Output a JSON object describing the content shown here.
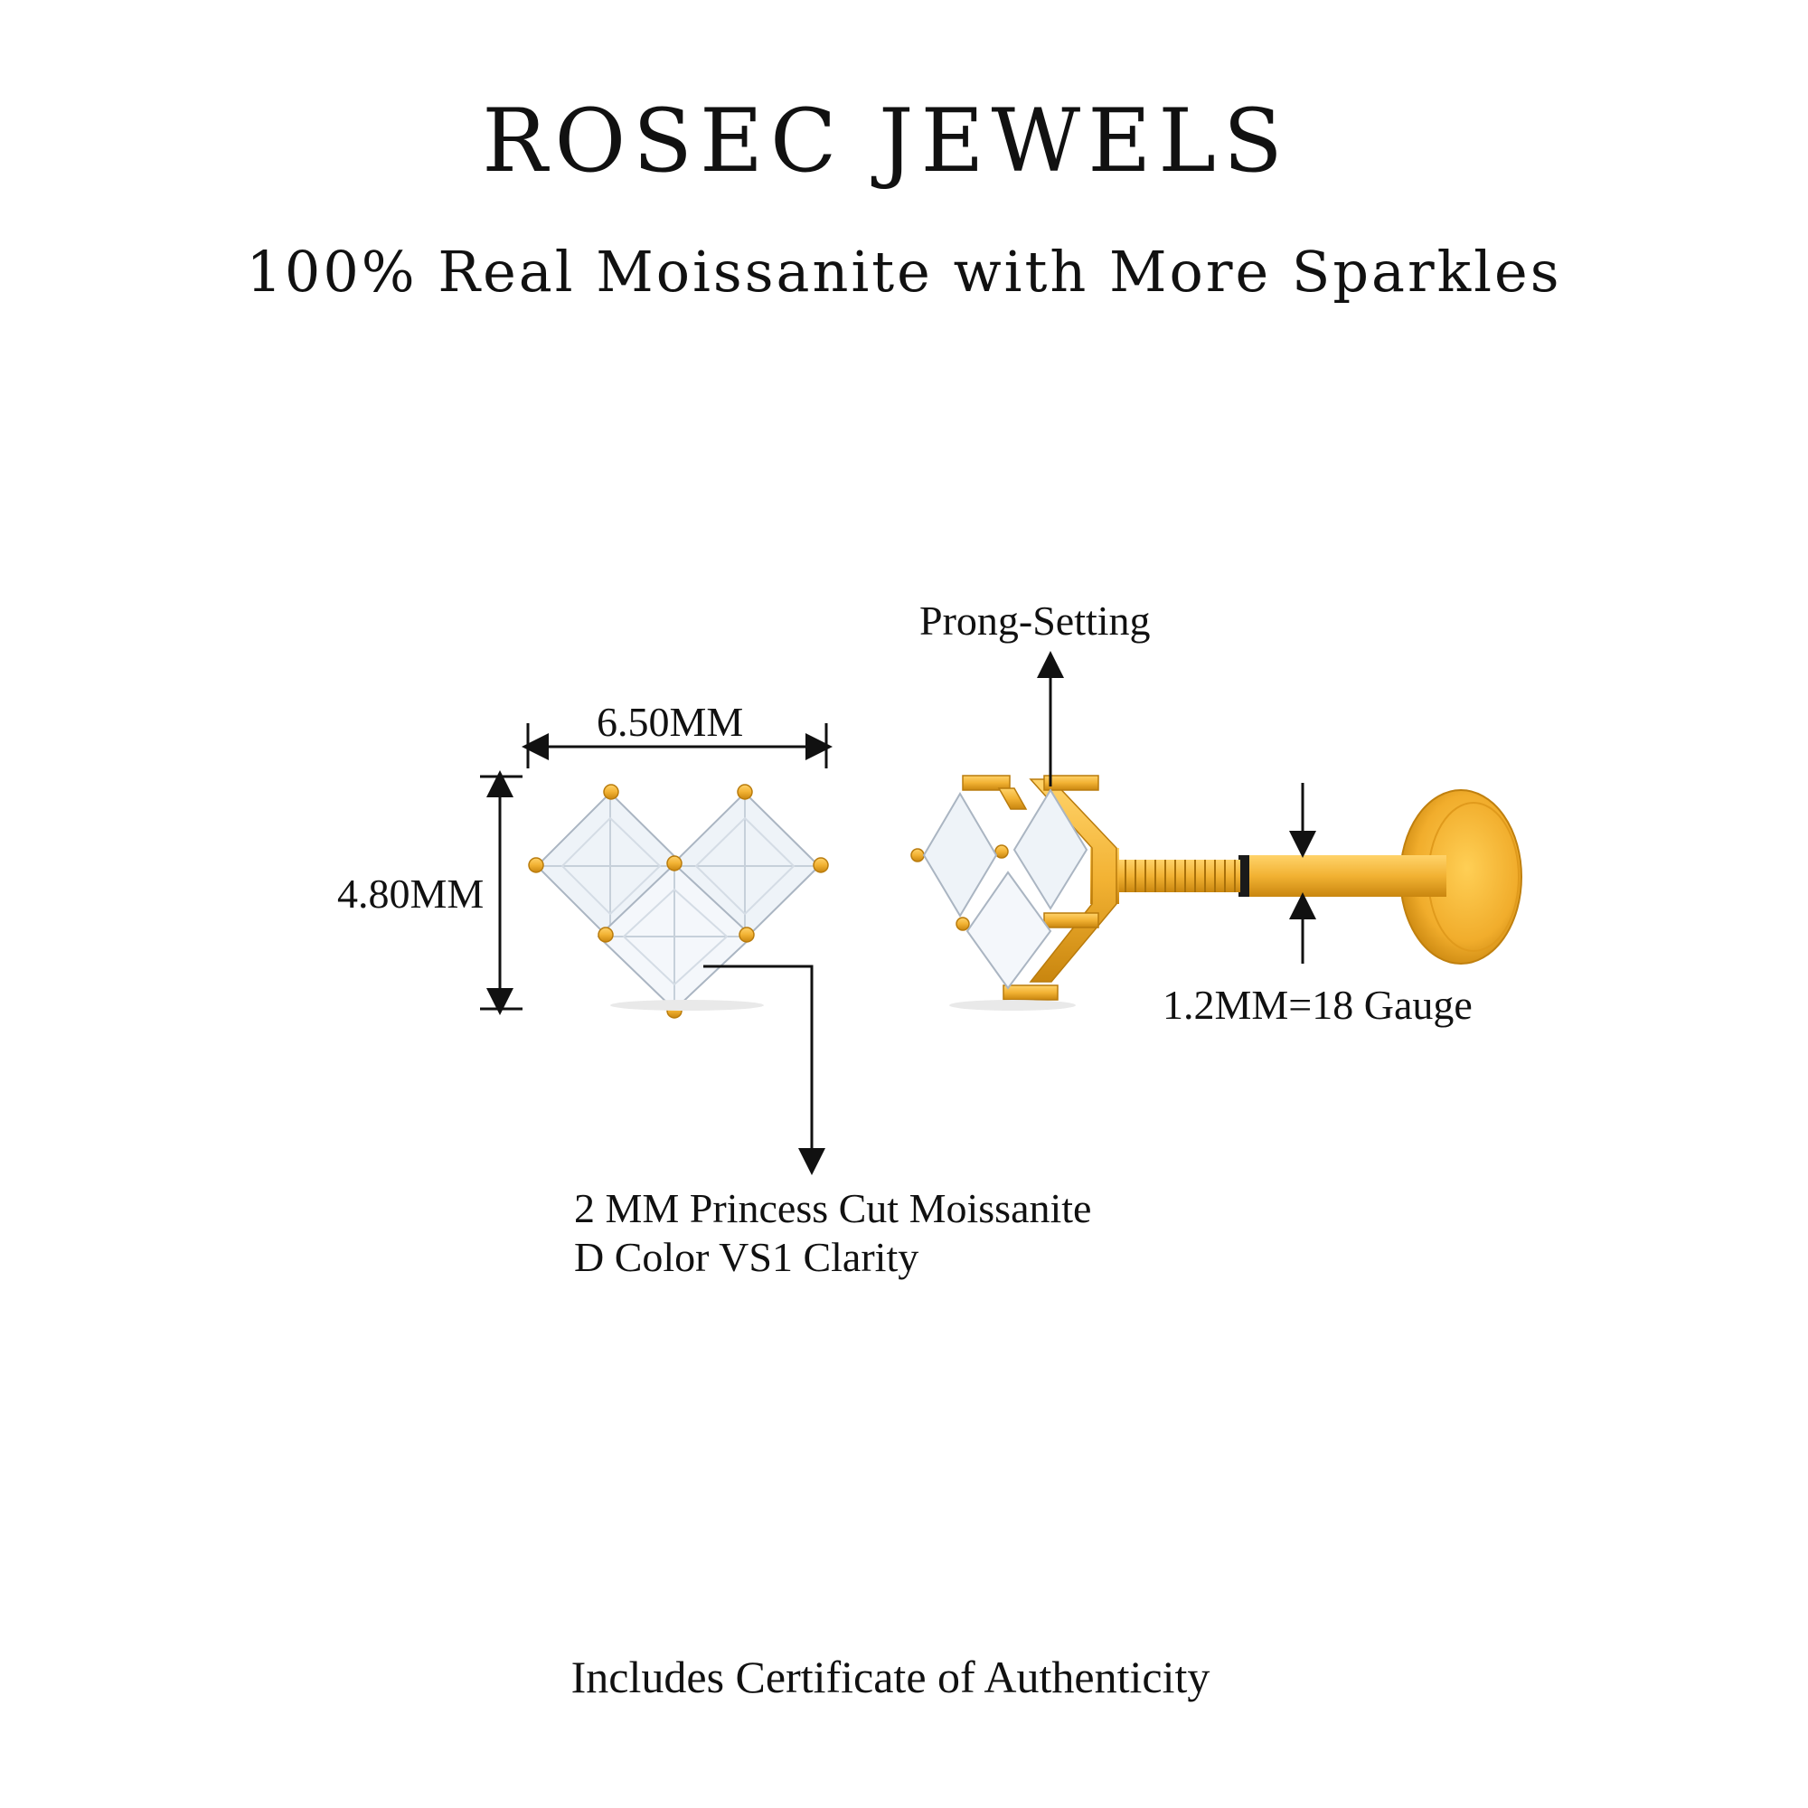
{
  "header": {
    "brand": "ROSEC JEWELS",
    "tagline": "100% Real Moissanite with More Sparkles"
  },
  "dimensions": {
    "width": "6.50MM",
    "height": "4.80MM",
    "setting": "Prong-Setting",
    "gauge": "1.2MM=18 Gauge"
  },
  "stone": {
    "line1": "2 MM Princess Cut Moissanite",
    "line2": "D Color VS1 Clarity"
  },
  "footer": "Includes Certificate of Authenticity",
  "colors": {
    "background": "#ffffff",
    "text": "#111111",
    "gold": "#f2b233",
    "gold_dark": "#d38f12",
    "stone": "#eef3f8"
  }
}
